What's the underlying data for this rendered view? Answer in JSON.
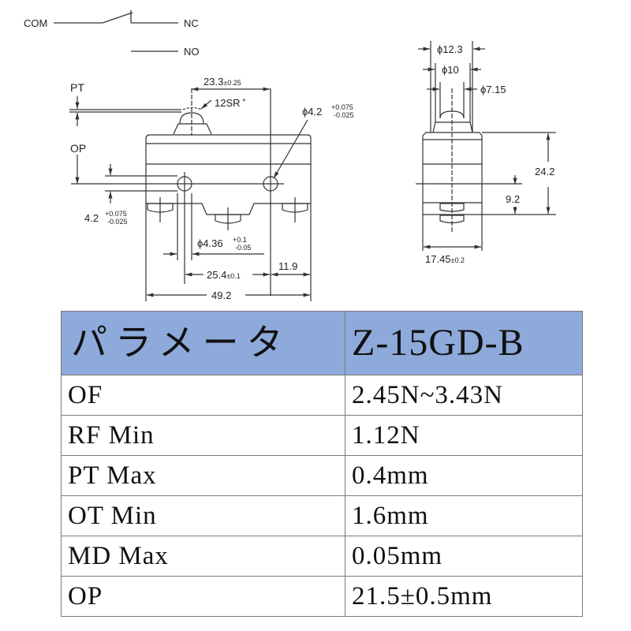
{
  "circuit": {
    "com_label": "COM",
    "nc_label": "NC",
    "no_label": "NO"
  },
  "front_view": {
    "pt_label": "PT",
    "op_label": "OP",
    "plunger_offset": "23.3",
    "plunger_offset_tol": "±0.25",
    "plunger_radius": "12SR",
    "plunger_radius_note": "*",
    "mount_hole_dia": "ϕ4.2",
    "mount_hole_tol_plus": "+0.075",
    "mount_hole_tol_minus": "-0.025",
    "hole_height": "4.2",
    "hole_height_tol_plus": "+0.075",
    "hole_height_tol_minus": "-0.025",
    "hole2_dia": "ϕ4.36",
    "hole2_tol_plus": "+0.1",
    "hole2_tol_minus": "-0.05",
    "hole_pitch": "25.4",
    "hole_pitch_tol": "±0.1",
    "right_margin": "11.9",
    "total_width": "49.2"
  },
  "side_view": {
    "dia_outer": "ϕ12.3",
    "dia_mid": "ϕ10",
    "dia_plunger": "ϕ7.15",
    "body_height": "24.2",
    "hole_from_bottom": "9.2",
    "body_width": "17.45",
    "body_width_tol": "±0.2"
  },
  "spec_table": {
    "header": {
      "param": "パラメータ",
      "model": "Z-15GD-B"
    },
    "header_color": "#8eaadb",
    "rows": [
      {
        "param": "OF",
        "value": "2.45N~3.43N"
      },
      {
        "param": "RF Min",
        "value": "1.12N"
      },
      {
        "param": "PT Max",
        "value": "0.4mm"
      },
      {
        "param": "OT Min",
        "value": "1.6mm"
      },
      {
        "param": "MD Max",
        "value": "0.05mm"
      },
      {
        "param": "OP",
        "value": "21.5±0.5mm"
      }
    ]
  }
}
